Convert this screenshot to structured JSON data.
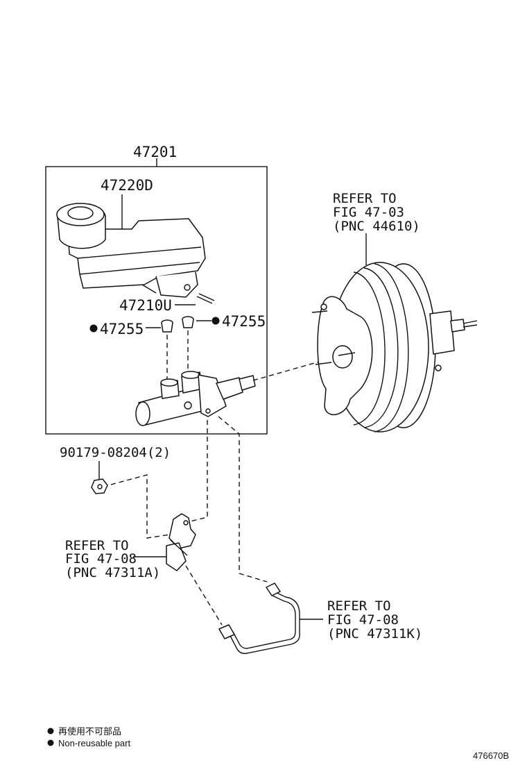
{
  "labels": {
    "assembly": "47201",
    "reservoir": "47220D",
    "pin": "47210U",
    "grommet_left": "47255",
    "grommet_right": "47255",
    "nut": "90179-08204(2)",
    "booster_ref": [
      "REFER TO",
      "FIG 47-03",
      "(PNC 44610)"
    ],
    "switch_ref": [
      "REFER TO",
      "FIG 47-08",
      "(PNC 47311A)"
    ],
    "tube_ref": [
      "REFER TO",
      "FIG 47-08",
      "(PNC 47311K)"
    ]
  },
  "legend": {
    "japanese": "再使用不可部品",
    "english": "Non-reusable part"
  },
  "illustration_number": "476670B"
}
